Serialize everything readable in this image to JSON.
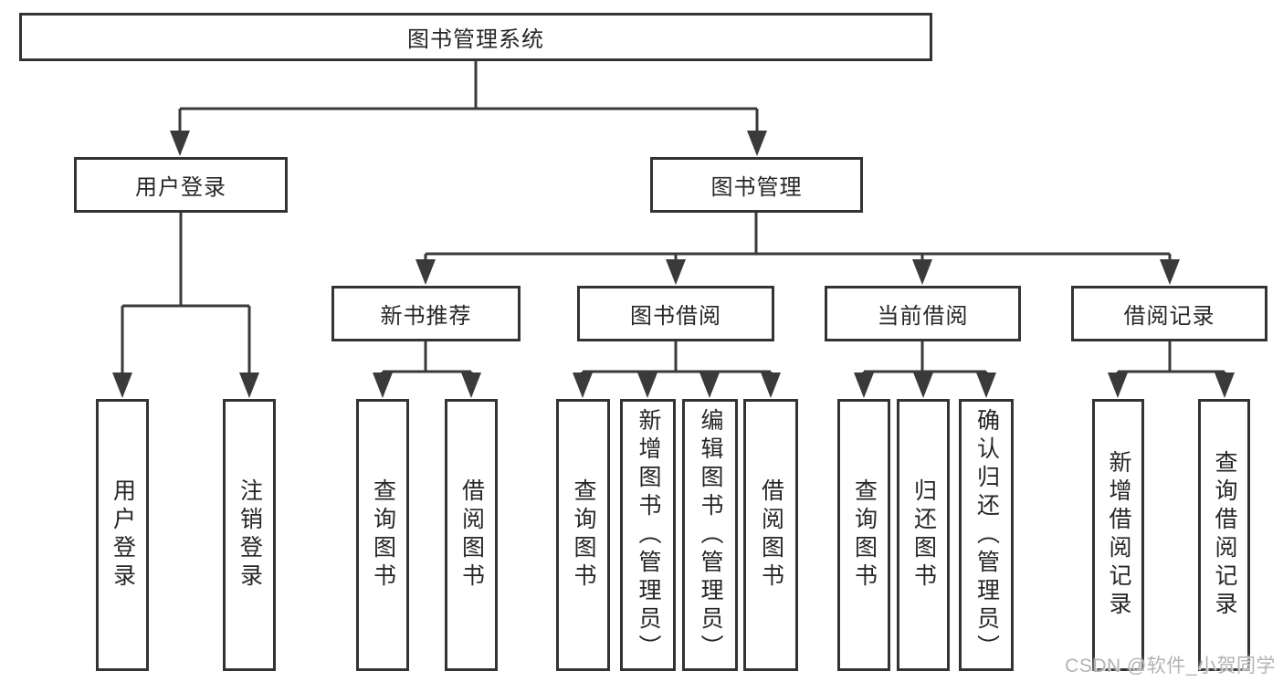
{
  "diagram": {
    "root": {
      "label": "图书管理系统"
    },
    "branches": {
      "user_login": {
        "label": "用户登录",
        "children": {
          "login": "用户登录",
          "logout": "注销登录"
        }
      },
      "book_mgmt": {
        "label": "图书管理",
        "sections": {
          "new_book_rec": {
            "label": "新书推荐",
            "children": {
              "query": "查询图书",
              "borrow": "借阅图书"
            }
          },
          "book_borrow": {
            "label": "图书借阅",
            "children": {
              "query": "查询图书",
              "add": "新增图书（管理员）",
              "edit": "编辑图书（管理员）",
              "borrow": "借阅图书"
            }
          },
          "current_borrow": {
            "label": "当前借阅",
            "children": {
              "query": "查询图书",
              "return": "归还图书",
              "confirm": "确认归还（管理员）"
            }
          },
          "borrow_records": {
            "label": "借阅记录",
            "children": {
              "add": "新增借阅记录",
              "query": "查询借阅记录"
            }
          }
        }
      }
    }
  },
  "watermark": {
    "text": "CSDN @软件_小贺同学"
  },
  "colors": {
    "line": "#3a3a3a",
    "border": "#333333",
    "background": "#ffffff",
    "text": "#262626",
    "watermark": "#b3b3b3"
  }
}
